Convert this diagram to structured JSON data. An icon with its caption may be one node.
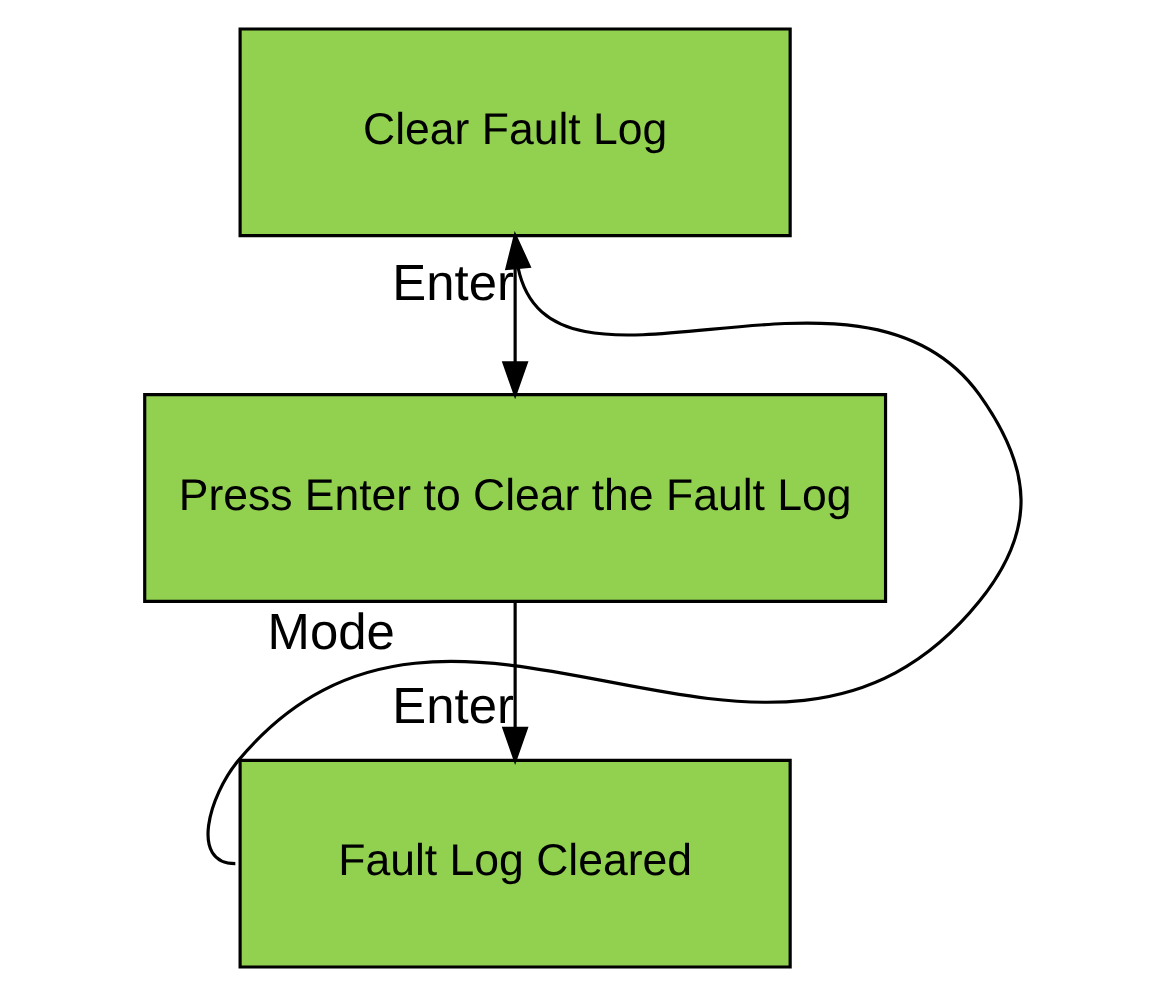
{
  "diagram": {
    "nodes": [
      {
        "text": [
          "Clear Fault Log"
        ]
      },
      {
        "text": [
          "Press Enter to Clear the Fault Log"
        ]
      },
      {
        "text": [
          "Fault Log Cleared"
        ]
      }
    ],
    "edges": [
      {
        "from": 0,
        "to": 1,
        "arrow": "to",
        "label": "Enter"
      },
      {
        "from": 1,
        "to": 2,
        "arrow": "to",
        "label": "Enter"
      },
      {
        "from": 2,
        "to": 0,
        "arrow": "to",
        "label": "Mode"
      }
    ]
  }
}
